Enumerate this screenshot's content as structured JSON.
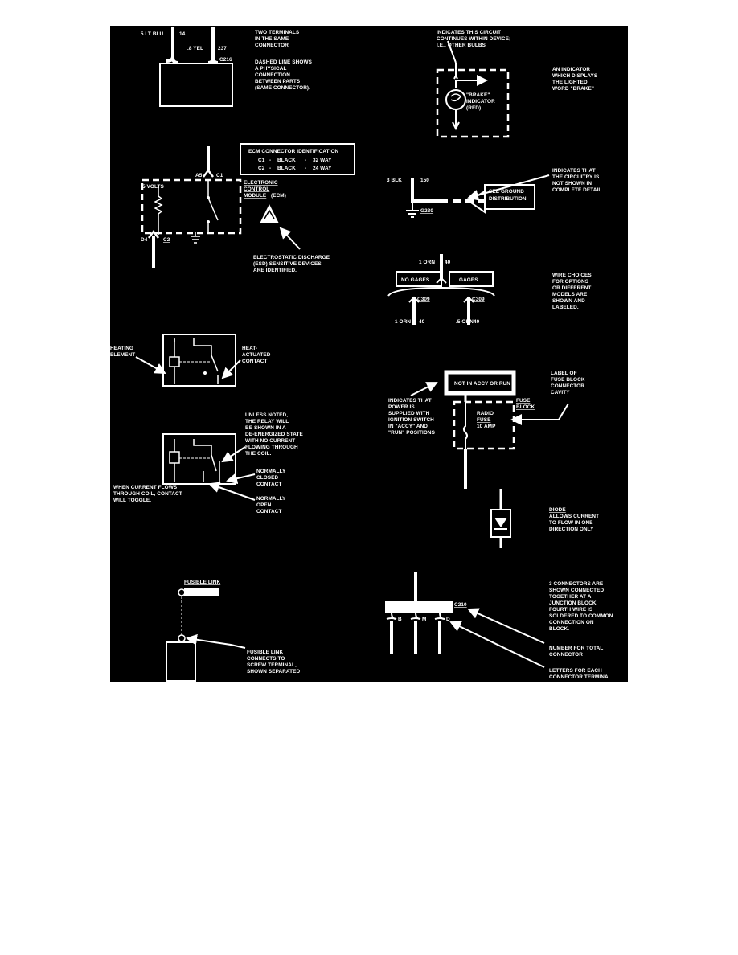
{
  "colors": {
    "background": "#000000",
    "ink": "#ffffff",
    "page": "#ffffff"
  },
  "panel1": {
    "wire_a": ".5 LT BLU",
    "wire_a_circuit": "14",
    "wire_b": ".8 YEL",
    "wire_b_circuit": "237",
    "connector": "C216",
    "note_terminals": [
      "TWO TERMINALS",
      "IN THE SAME",
      "CONNECTOR"
    ],
    "note_dashed": [
      "DASHED LINE SHOWS",
      "A PHYSICAL",
      "CONNECTION",
      "BETWEEN PARTS",
      "(SAME CONNECTOR)."
    ]
  },
  "panel2": {
    "note_continues": [
      "INDICATES THIS CIRCUIT",
      "CONTINUES WITHIN DEVICE;",
      "I.E., OTHER BULBS"
    ],
    "bulb_label": [
      "\"BRAKE\"",
      "INDICATOR",
      "(RED)"
    ],
    "note_indicator": [
      "AN INDICATOR",
      "WHICH DISPLAYS",
      "THE LIGHTED",
      "WORD \"BRAKE\""
    ]
  },
  "panel3": {
    "ecm_table_title": "ECM CONNECTOR IDENTIFICATION",
    "ecm_rows": [
      {
        "id": "C1",
        "color": "BLACK",
        "ways": "32 WAY"
      },
      {
        "id": "C2",
        "color": "BLACK",
        "ways": "24 WAY"
      }
    ],
    "dash": "-",
    "pin_a5": "A5",
    "pin_c1": "C1",
    "pin_d4": "D4",
    "pin_c2": "C2",
    "volts": "5 VOLTS",
    "ecm_label": [
      "ELECTRONIC",
      "CONTROL",
      "MODULE"
    ],
    "ecm_abbr": "(ECM)",
    "esd_note": [
      "ELECTROSTATIC DISCHARGE",
      "(ESD) SENSITIVE DEVICES",
      "ARE IDENTIFIED."
    ]
  },
  "panel4": {
    "wire": "3 BLK",
    "circuit": "150",
    "ground": "G230",
    "box_label": [
      "SEE GROUND",
      "DISTRIBUTION"
    ],
    "note": [
      "INDICATES THAT",
      "THE CIRCUITRY IS",
      "NOT SHOWN IN",
      "COMPLETE DETAIL"
    ]
  },
  "panel5": {
    "top_wire": "1 ORN",
    "top_circuit": "40",
    "option_left": "NO GAGES",
    "option_right": "GAGES",
    "conn_left": "C309",
    "conn_right": "C309",
    "wire_left": "1 ORN",
    "wire_left_circuit": "40",
    "wire_right": ".5 ORN",
    "wire_right_circuit": "40",
    "note": [
      "WIRE CHOICES",
      "FOR OPTIONS",
      "OR DIFFERENT",
      "MODELS ARE",
      "SHOWN AND",
      "LABELED."
    ]
  },
  "panel6": {
    "heating_element": [
      "HEATING",
      "ELEMENT"
    ],
    "heat_contact": [
      "HEAT-",
      "ACTUATED",
      "CONTACT"
    ]
  },
  "panel7": {
    "box_label": "NOT IN ACCY OR RUN",
    "cavity_note": [
      "LABEL OF",
      "FUSE BLOCK",
      "CONNECTOR",
      "CAVITY"
    ],
    "power_note": [
      "INDICATES THAT",
      "POWER IS",
      "SUPPLIED WITH",
      "IGNITION SWITCH",
      "IN \"ACCY\" AND",
      "\"RUN\" POSITIONS"
    ],
    "fuse_block": [
      "FUSE",
      "BLOCK"
    ],
    "fuse": [
      "RADIO",
      "FUSE",
      "10 AMP"
    ]
  },
  "panel8": {
    "relay_note": [
      "UNLESS NOTED,",
      "THE RELAY WILL",
      "BE SHOWN IN A",
      "DE-ENERGIZED STATE",
      "WITH NO CURRENT",
      "FLOWING THROUGH",
      "THE COIL."
    ],
    "nc_note": [
      "NORMALLY",
      "CLOSED",
      "CONTACT"
    ],
    "no_note": [
      "NORMALLY",
      "OPEN",
      "CONTACT"
    ],
    "toggle_note": [
      "WHEN CURRENT FLOWS",
      "THROUGH COIL, CONTACT",
      "WILL TOGGLE."
    ]
  },
  "panel9": {
    "diode_title": "DIODE",
    "diode_note": [
      "ALLOWS CURRENT",
      "TO FLOW IN ONE",
      "DIRECTION ONLY"
    ]
  },
  "panel10": {
    "title": "FUSIBLE LINK",
    "note": [
      "FUSIBLE LINK",
      "CONNECTS TO",
      "SCREW TERMINAL,",
      "SHOWN SEPARATED"
    ]
  },
  "panel11": {
    "connector": "C210",
    "letters": [
      "B",
      "M",
      "D"
    ],
    "junction_note": [
      "3 CONNECTORS ARE",
      "SHOWN CONNECTED",
      "TOGETHER AT A",
      "JUNCTION BLOCK.",
      "FOURTH WIRE IS",
      "SOLDERED TO COMMON",
      "CONNECTION ON",
      "BLOCK."
    ],
    "number_note": [
      "NUMBER FOR TOTAL",
      "CONNECTOR"
    ],
    "letters_note": [
      "LETTERS FOR EACH",
      "CONNECTOR TERMINAL"
    ]
  }
}
